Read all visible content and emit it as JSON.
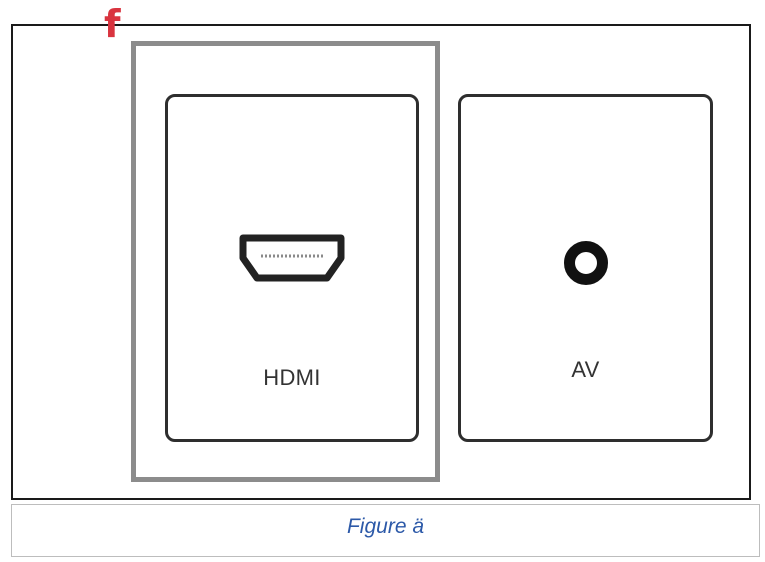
{
  "marker": {
    "text": "f",
    "color": "#d9343f"
  },
  "ports": [
    {
      "label": "HDMI",
      "icon": "hdmi-port-icon",
      "selected": true
    },
    {
      "label": "AV",
      "icon": "av-jack-icon",
      "selected": false
    }
  ],
  "caption": {
    "text": "Figure ä",
    "color": "#2c59a8"
  },
  "colors": {
    "selection_border": "#8c8c8c",
    "card_border": "#2e2e2e",
    "frame_border": "#1a1a1a"
  }
}
